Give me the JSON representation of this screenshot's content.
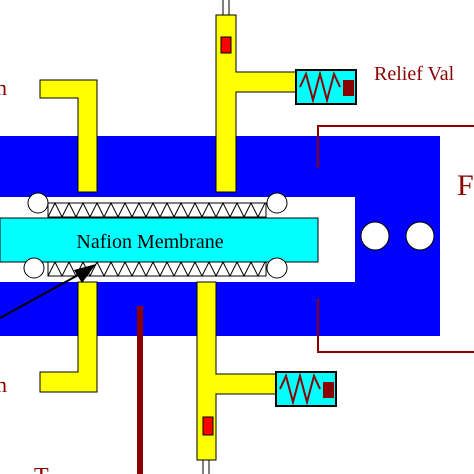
{
  "labels": {
    "membrane": "Nafion Membrane",
    "relief_valve": "Relief Val",
    "inlet_top": "n",
    "inlet_bottom": "n",
    "right_cut": "F",
    "bottom_cut": "T"
  },
  "colors": {
    "housing": "#0000ff",
    "ports": "#ffff00",
    "membrane": "#00ffff",
    "valve_body": "#00ffff",
    "dark_red": "#8b0000",
    "red_marker": "#ff0000",
    "outline": "#000000",
    "white": "#ffffff"
  }
}
